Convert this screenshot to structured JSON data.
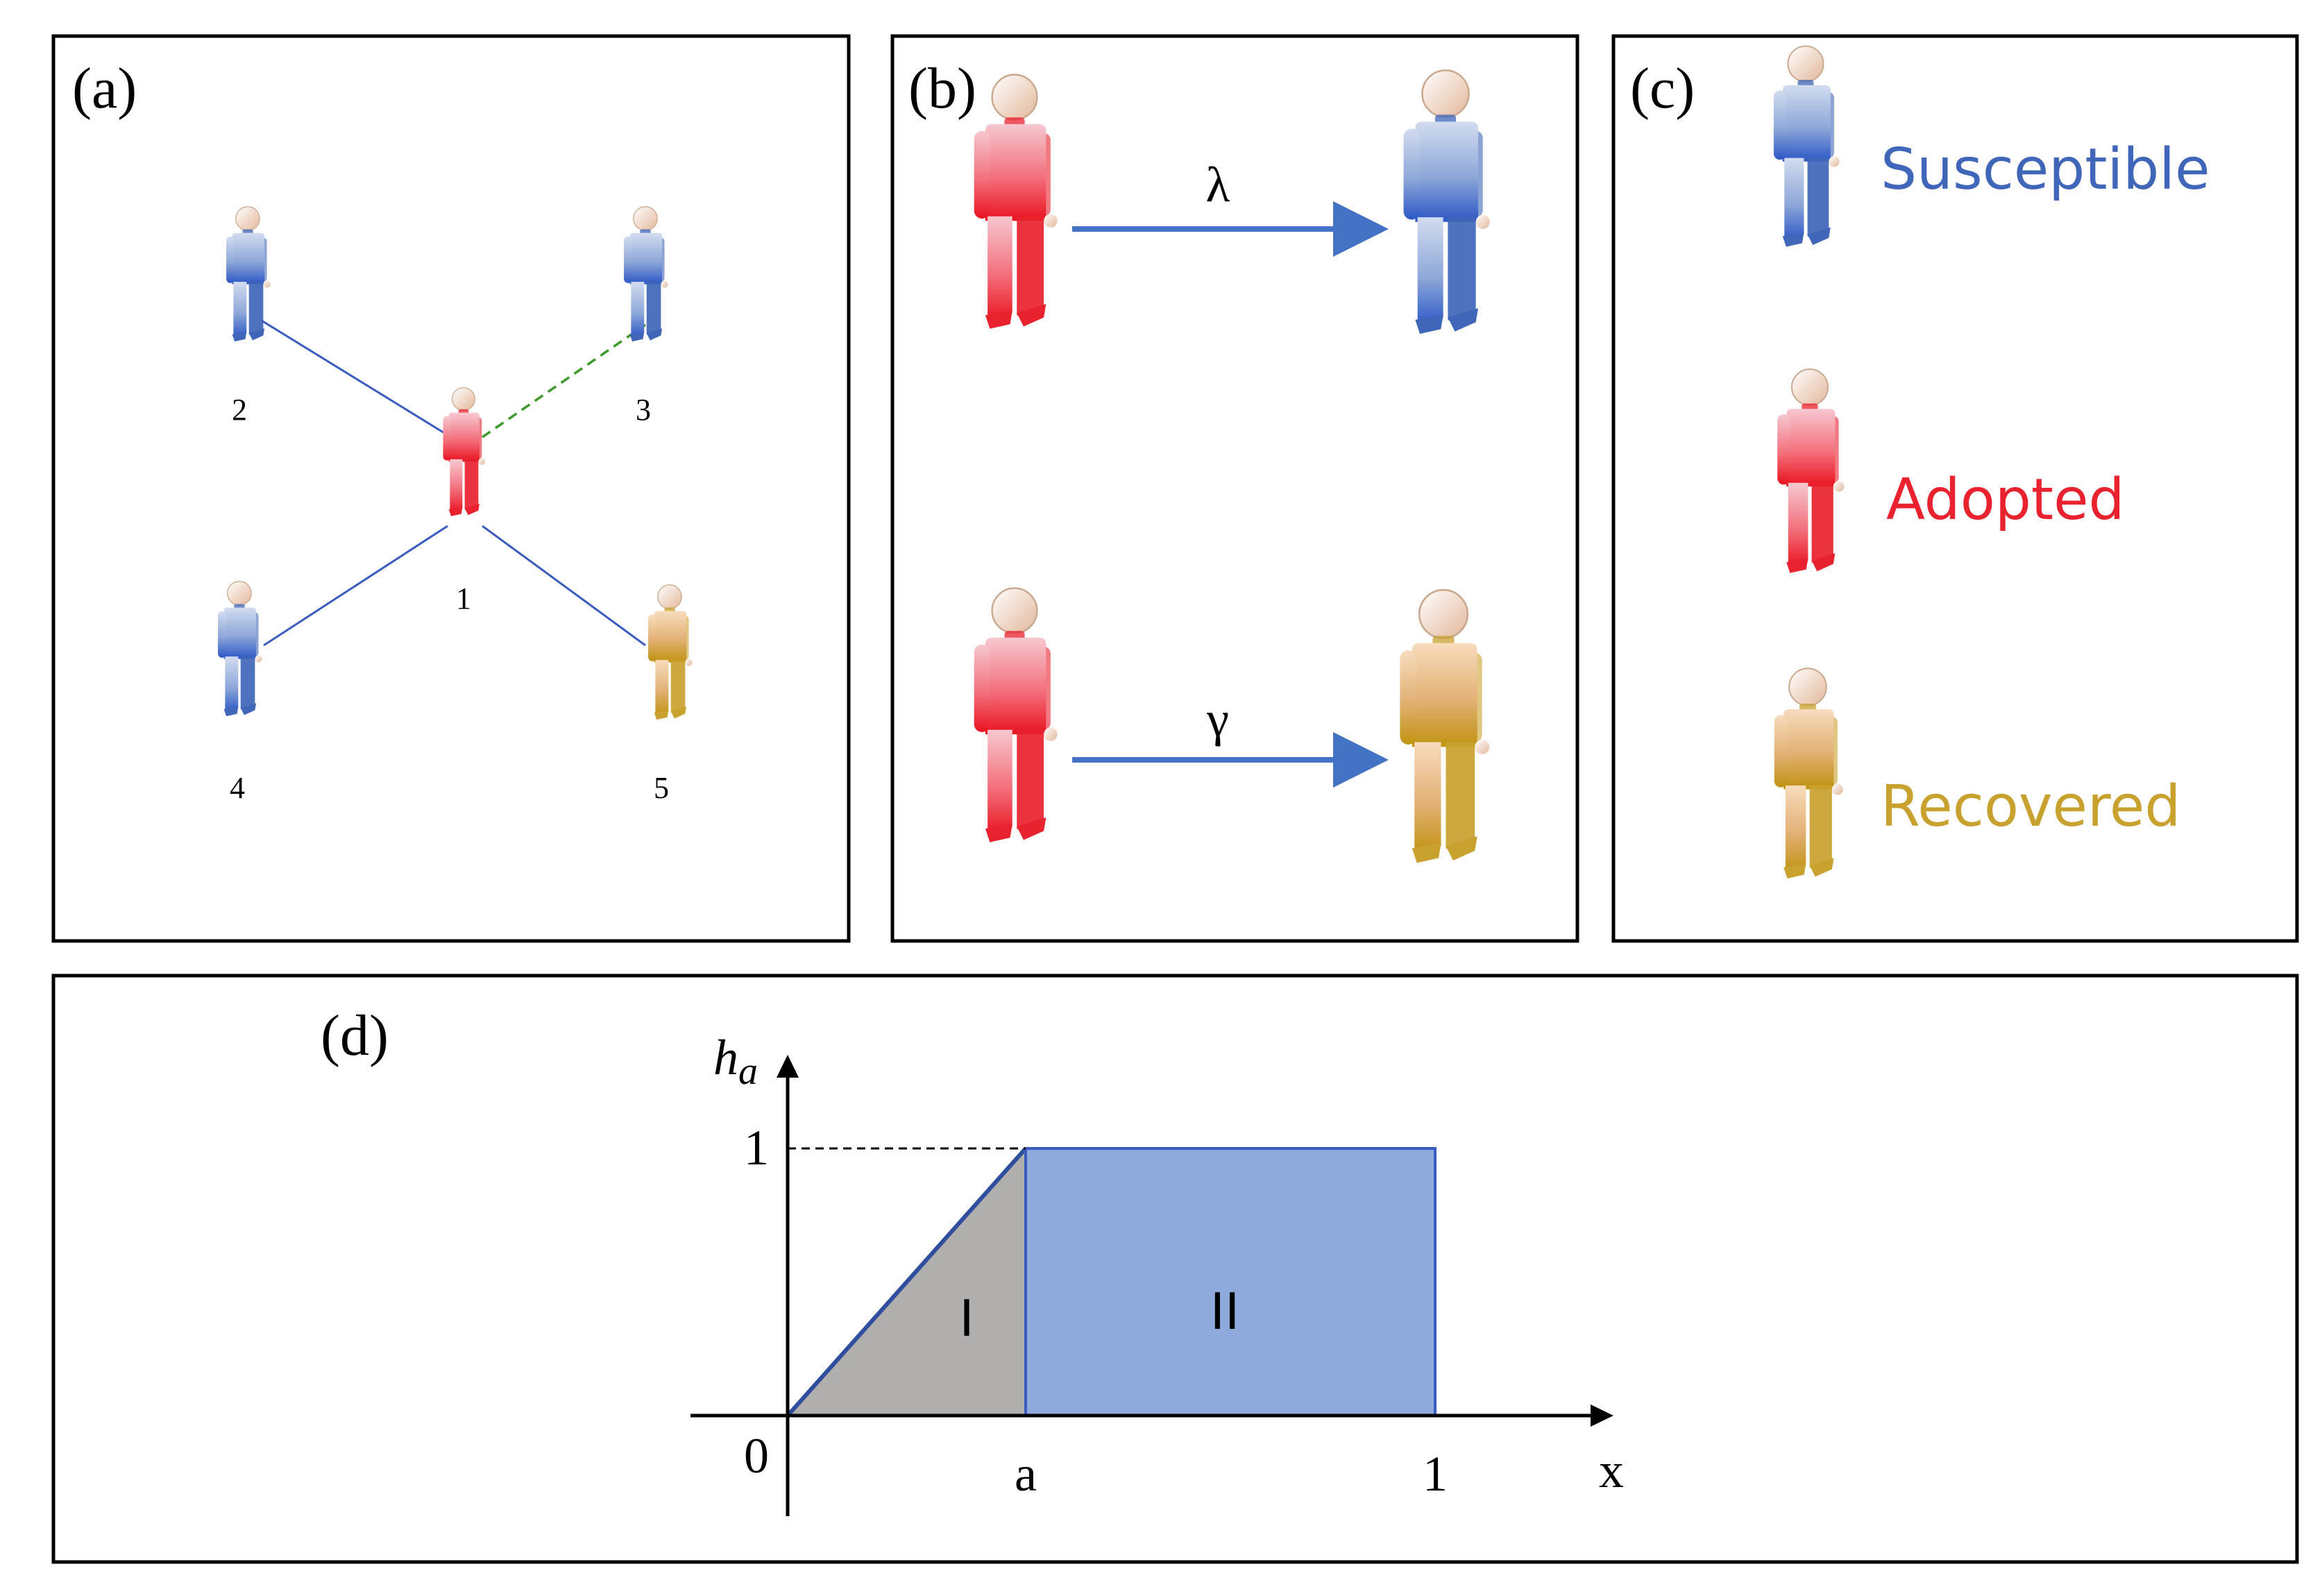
{
  "colors": {
    "susceptible": "#3f66b8",
    "adopted": "#e8222e",
    "recovered": "#c9a12f",
    "edge": "#3a5cc0",
    "dashed_edge": "#3c9a2a",
    "region_I": "#b1aeae",
    "region_II": "#8eaadc"
  },
  "panel_a": {
    "label": "(a)",
    "nodes": [
      {
        "id": "1",
        "label": "1",
        "state": "adopted"
      },
      {
        "id": "2",
        "label": "2",
        "state": "susceptible"
      },
      {
        "id": "3",
        "label": "3",
        "state": "susceptible"
      },
      {
        "id": "4",
        "label": "4",
        "state": "susceptible"
      },
      {
        "id": "5",
        "label": "5",
        "state": "recovered"
      }
    ],
    "edges": [
      {
        "from": "1",
        "to": "2",
        "style": "solid"
      },
      {
        "from": "1",
        "to": "3",
        "style": "dashed"
      },
      {
        "from": "1",
        "to": "4",
        "style": "solid"
      },
      {
        "from": "1",
        "to": "5",
        "style": "solid"
      }
    ]
  },
  "panel_b": {
    "label": "(b)",
    "transitions": [
      {
        "from": "adopted",
        "to": "susceptible",
        "rate": "λ"
      },
      {
        "from": "adopted",
        "to": "recovered",
        "rate": "γ"
      }
    ]
  },
  "panel_c": {
    "label": "(c)",
    "legend": [
      {
        "state": "susceptible",
        "text": "Susceptible"
      },
      {
        "state": "adopted",
        "text": "Adopted"
      },
      {
        "state": "recovered",
        "text": "Recovered"
      }
    ]
  },
  "panel_d": {
    "label": "(d)",
    "y_axis_label": "h",
    "y_axis_subscript": "a",
    "x_axis_label": "x",
    "tick_zero": "0",
    "tick_a": "a",
    "tick_x_one": "1",
    "tick_y_one": "1",
    "region_I_label": "I",
    "region_II_label": "II"
  }
}
